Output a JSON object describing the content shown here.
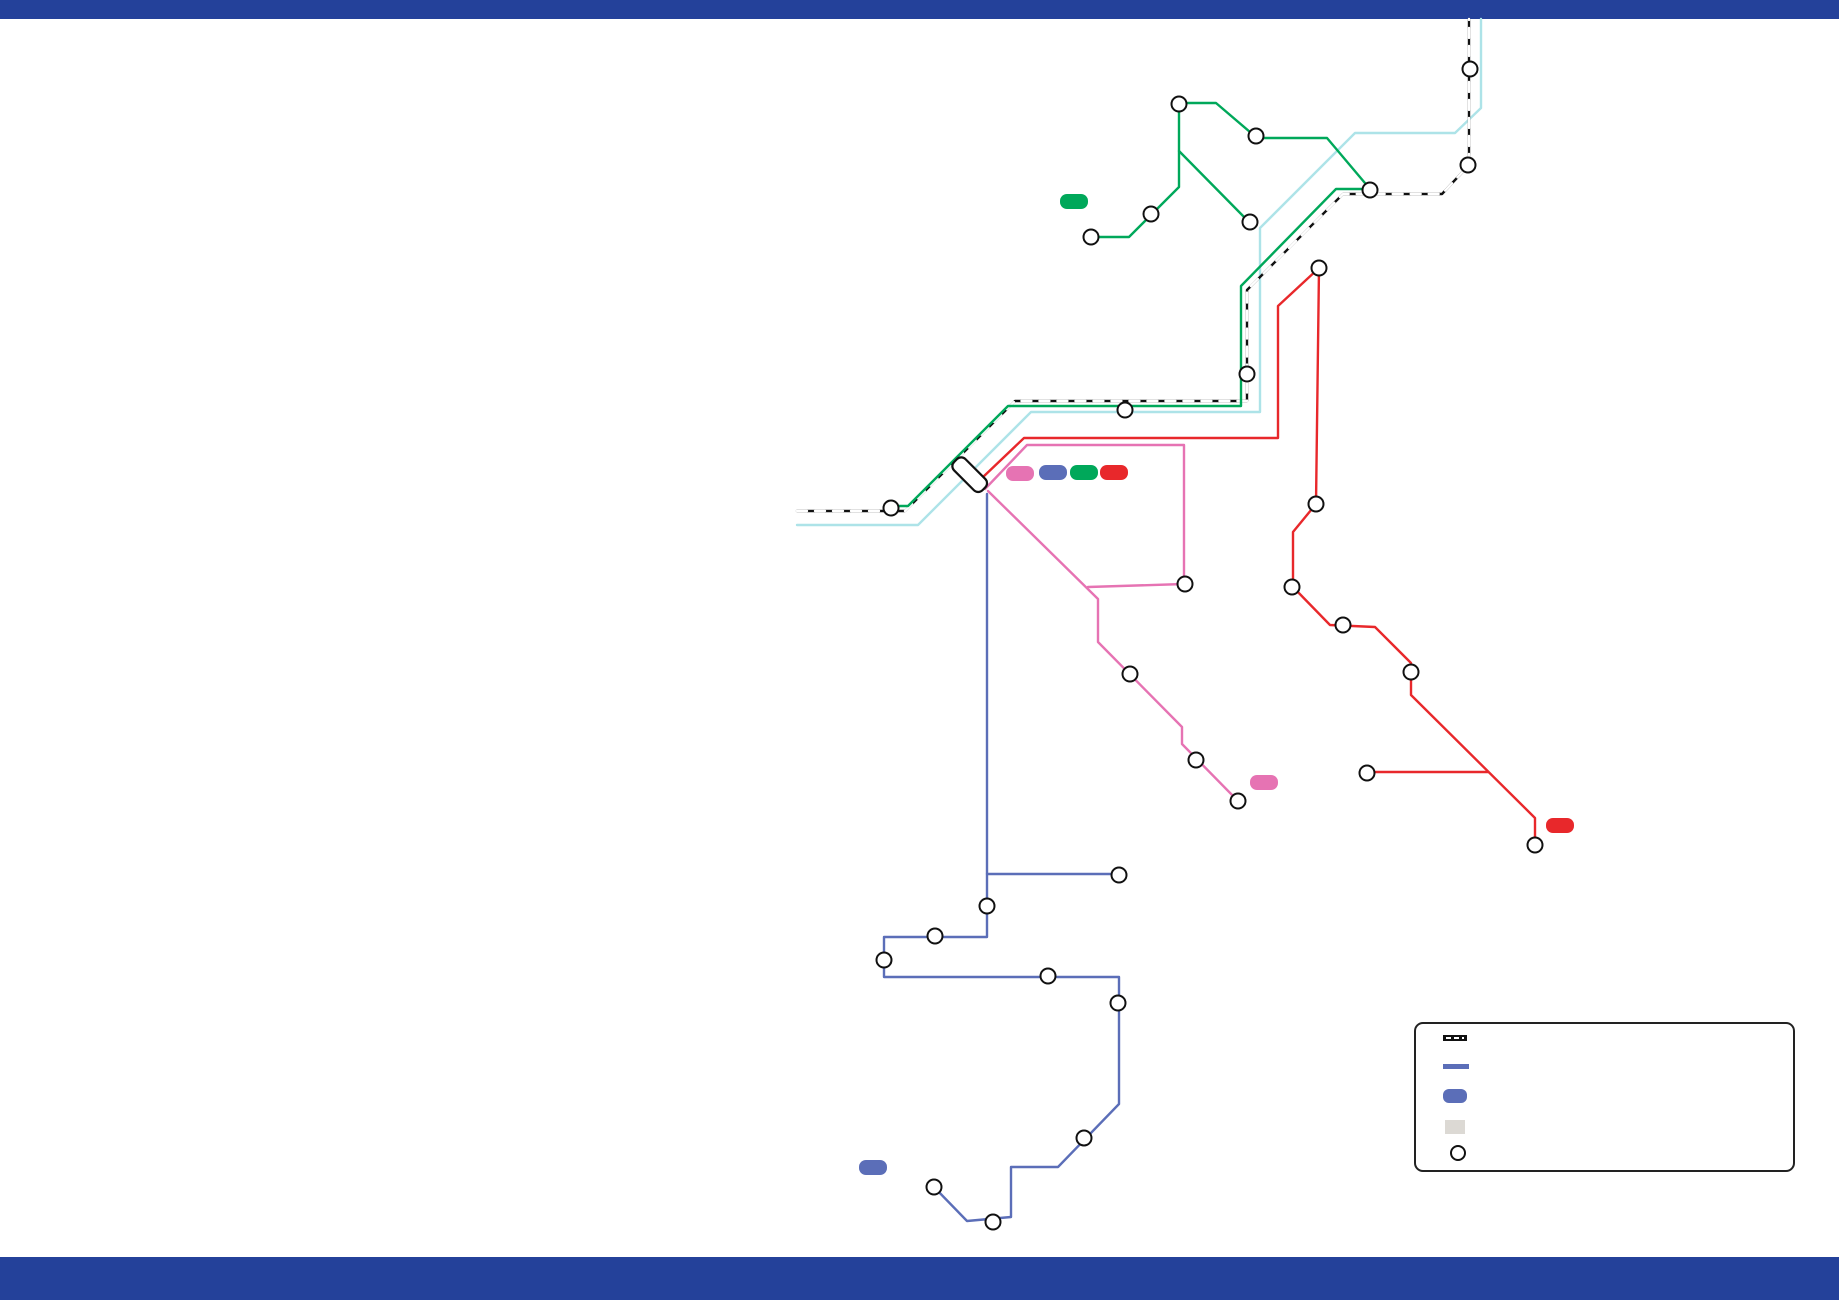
{
  "colors": {
    "top_band": "#24419a",
    "bottom_band": "#24419a",
    "river": "#ade3e8",
    "rail": "#111111",
    "rail_dash": "#ffffff",
    "route_green": "#00a85a",
    "route_red": "#e8282b",
    "route_pink": "#e673b3",
    "route_blue": "#5b6eb8",
    "legend_border": "#222222",
    "legend_area_swatch": "#dcd9d4",
    "station_fill": "#ffffff",
    "station_stroke": "#111111"
  },
  "icons": {
    "station": "station-circle-icon",
    "interchange": "interchange-capsule-icon",
    "rail": "rail-line-icon",
    "route_badge": "route-badge-icon"
  },
  "legend": {
    "items": [
      {
        "icon": "rail-line-icon",
        "label": ""
      },
      {
        "icon": "route-line-icon",
        "label": ""
      },
      {
        "icon": "route-badge-icon",
        "label": ""
      },
      {
        "icon": "area-swatch-icon",
        "label": ""
      },
      {
        "icon": "station-circle-icon",
        "label": ""
      }
    ]
  },
  "routes": [
    {
      "color": "green",
      "label": ""
    },
    {
      "color": "red",
      "label": ""
    },
    {
      "color": "pink",
      "label": ""
    },
    {
      "color": "blue",
      "label": ""
    }
  ]
}
